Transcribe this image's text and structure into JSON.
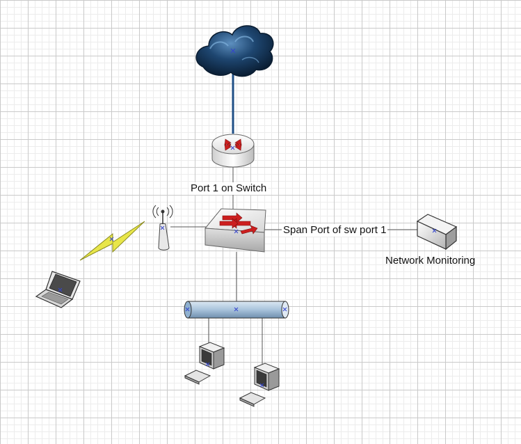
{
  "labels": {
    "switch_uplink": "Port 1 on Switch",
    "span_port": "Span Port of sw port 1",
    "monitor": "Network Monitoring"
  },
  "icons": {
    "cloud": "cloud-icon",
    "router": "router-icon",
    "switch": "switch-icon",
    "antenna": "wireless-antenna-icon",
    "lightning": "wireless-link-icon",
    "laptop": "laptop-icon",
    "monitor_device": "network-monitor-appliance-icon",
    "bus": "ethernet-bus-icon",
    "workstation": "workstation-icon"
  },
  "colors": {
    "cloud_link": "#1f4f86",
    "lightning": "#e8e64a",
    "switch_arrows": "#cc1f1f",
    "bus_fill": "#a9c3dc"
  }
}
